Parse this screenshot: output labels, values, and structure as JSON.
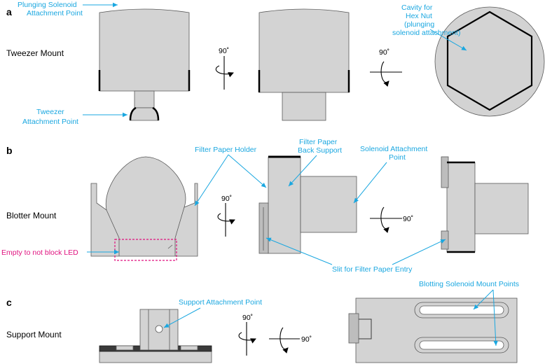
{
  "colors": {
    "callout": "#1aa7e0",
    "led_note": "#e0127f",
    "part_fill": "#d3d3d3",
    "part_edge": "#5a5a5a"
  },
  "panels": {
    "a": {
      "letter": "a",
      "title": "Tweezer Mount",
      "rotation_1": "90˚",
      "rotation_2": "90˚",
      "callouts": {
        "solenoid_line1": "Plunging Solenoid",
        "solenoid_line2": "Attachment Point",
        "tweezer_line1": "Tweezer",
        "tweezer_line2": "Attachment Point",
        "cavity_line1": "Cavity for",
        "cavity_line2": "Hex Nut",
        "cavity_line3": "(plunging",
        "cavity_line4": "solenoid attachment)"
      }
    },
    "b": {
      "letter": "b",
      "title": "Blotter Mount",
      "rotation_1": "90˚",
      "rotation_2": "90˚",
      "callouts": {
        "holder": "Filter Paper Holder",
        "back_line1": "Filter Paper",
        "back_line2": "Back Support",
        "solenoid_line1": "Solenoid Attachment",
        "solenoid_line2": "Point",
        "led": "Empty to not block LED",
        "slit": "Slit for Filter Paper Entry"
      }
    },
    "c": {
      "letter": "c",
      "title": "Support Mount",
      "rotation_1": "90˚",
      "rotation_2": "90˚",
      "callouts": {
        "support": "Support Attachment Point",
        "blotting": "Blotting Solenoid Mount Points"
      }
    }
  },
  "icons": [
    "rotate-vertical-axis-icon",
    "rotate-horizontal-axis-icon"
  ]
}
